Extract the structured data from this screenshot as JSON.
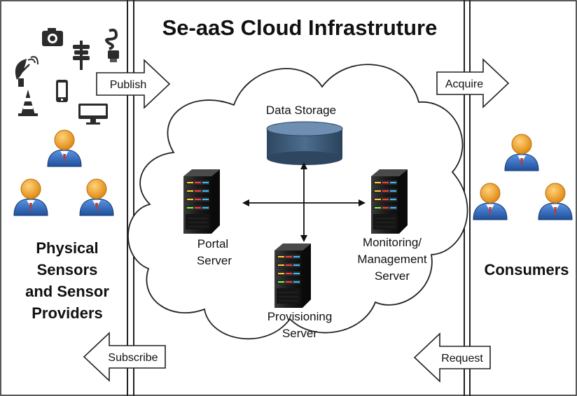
{
  "title": "Se-aaS Cloud Infrastruture",
  "left_panel": {
    "caption_lines": [
      "Physical",
      "Sensors",
      "and Sensor",
      "Providers"
    ],
    "icons": [
      "camera-icon",
      "cfl-bulb-icon",
      "satellite-dish-icon",
      "traffic-light-icon",
      "traffic-cone-icon",
      "smartphone-icon",
      "monitor-icon",
      "person-icon"
    ]
  },
  "right_panel": {
    "caption": "Consumers",
    "icons": [
      "person-icon"
    ]
  },
  "cloud": {
    "storage_label": "Data Storage",
    "servers": {
      "portal": [
        "Portal",
        "Server"
      ],
      "monitoring": [
        "Monitoring/",
        "Management",
        "Server"
      ],
      "provisioning": [
        "Provisioning",
        "Server"
      ]
    }
  },
  "flows": {
    "publish": "Publish",
    "subscribe": "Subscribe",
    "acquire": "Acquire",
    "request": "Request"
  },
  "colors": {
    "person_head": "#f0a030",
    "person_body": "#2f6cc0",
    "storage": "#3f5a78",
    "server_body": "#1c1c1c",
    "line": "#222222"
  }
}
